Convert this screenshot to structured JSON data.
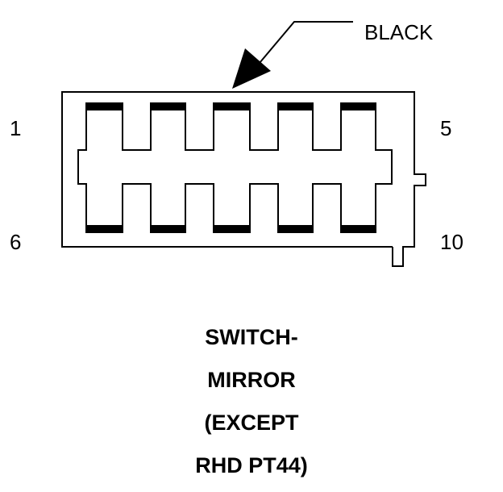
{
  "connector": {
    "wire_color_label": "BLACK",
    "pin_labels": {
      "top_left": "1",
      "top_right": "5",
      "bottom_left": "6",
      "bottom_right": "10"
    },
    "cavities_per_row": 5,
    "rows": 2
  },
  "caption": {
    "lines": [
      "SWITCH-",
      "MIRROR",
      "(EXCEPT",
      "RHD PT44)"
    ]
  },
  "colors": {
    "line": "#000000",
    "background": "#ffffff"
  }
}
